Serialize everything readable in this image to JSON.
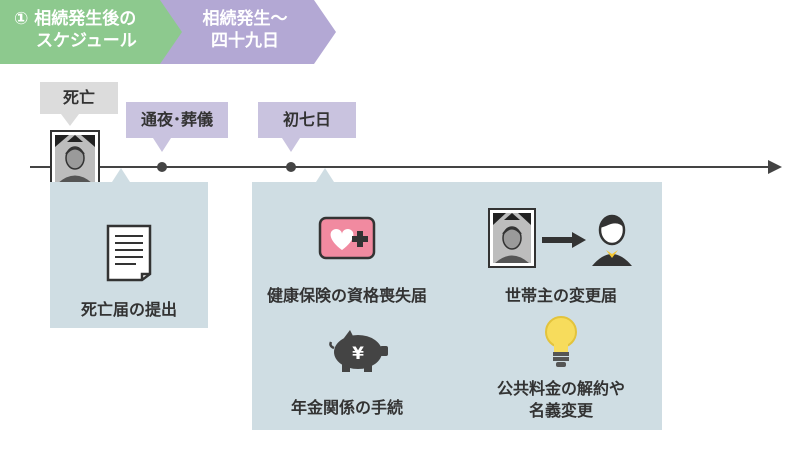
{
  "header": {
    "step1_line1": "① 相続発生後の",
    "step1_line2": "スケジュール",
    "step2_line1": "相続発生～",
    "step2_line2": "四十九日",
    "colors": {
      "step1": "#8dc98e",
      "step2": "#b3a8d4"
    }
  },
  "timeline": {
    "events": [
      {
        "label": "死亡"
      },
      {
        "label": "通夜･葬儀"
      },
      {
        "label": "初七日"
      }
    ]
  },
  "box_death": {
    "items": [
      {
        "label": "死亡届の提出",
        "icon": "document-icon"
      }
    ]
  },
  "box_main": {
    "items": [
      {
        "label": "健康保険の資格喪失届",
        "icon": "health-insurance-card-icon"
      },
      {
        "label": "世帯主の変更届",
        "icon": "head-of-household-change-icon"
      },
      {
        "label": "年金関係の手続",
        "icon": "piggy-bank-yen-icon"
      },
      {
        "label_line1": "公共料金の解約や",
        "label_line2": "名義変更",
        "icon": "light-bulb-icon"
      }
    ]
  },
  "colors": {
    "box": "#cfdde3",
    "tag_gray": "#dcdcdc",
    "tag_purple": "#c9c3df",
    "line": "#444444"
  }
}
